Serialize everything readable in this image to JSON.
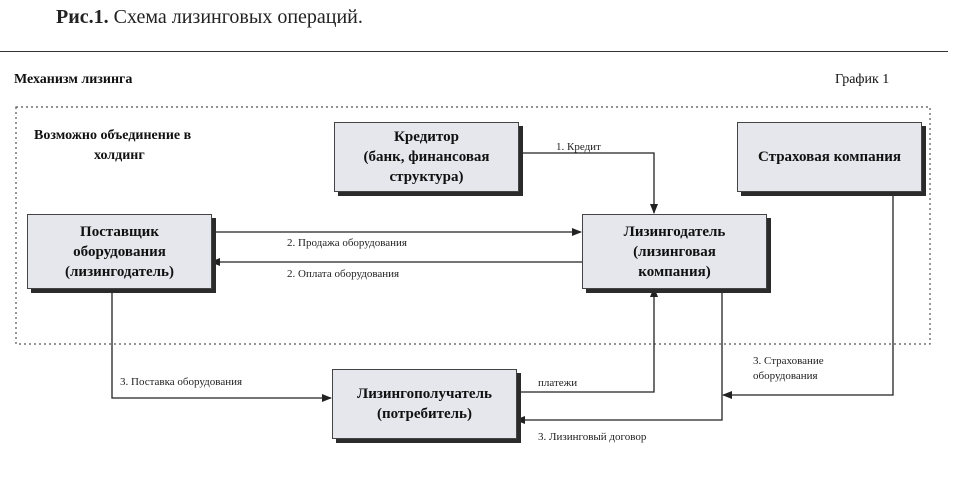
{
  "figure_caption": {
    "label": "Рис.1.",
    "text": " Схема лизинговых операций."
  },
  "mechanism_title": "Механизм лизинга",
  "graph_label": "График 1",
  "holding_note": [
    "Возможно объединение в",
    "холдинг"
  ],
  "boxes": {
    "creditor": [
      "Кредитор",
      "(банк, финансовая",
      "структура)"
    ],
    "insurance": [
      "Страховая компания"
    ],
    "supplier": [
      "Поставщик",
      "оборудования",
      "(лизингодатель)"
    ],
    "lessor": [
      "Лизингодатель",
      "(лизинговая",
      "компания)"
    ],
    "lessee": [
      "Лизингополучатель",
      "(потребитель)"
    ]
  },
  "edge_labels": {
    "credit": "1. Кредит",
    "sale": "2. Продажа оборудования",
    "payment": "2. Оплата оборудования",
    "delivery": "3. Поставка оборудования",
    "payments": "платежи",
    "insurance": [
      "3. Страхование",
      "оборудования"
    ],
    "contract": "3. Лизинговый договор"
  }
}
